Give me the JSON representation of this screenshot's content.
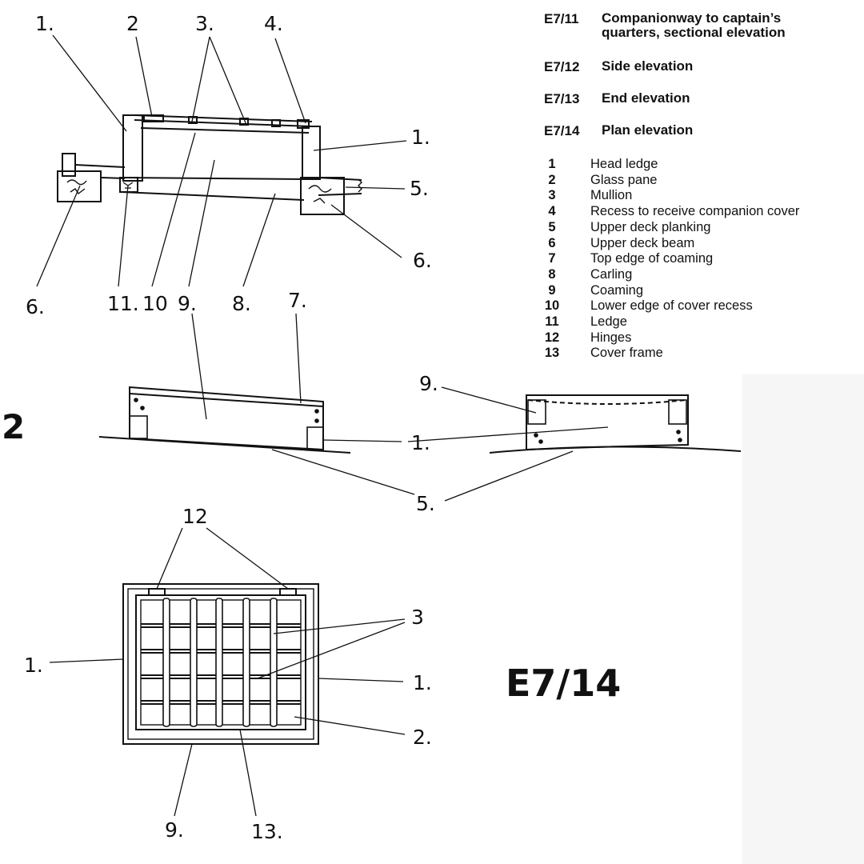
{
  "captions": [
    {
      "code": "E7/11",
      "text": "Companionway to captain’s quarters, sectional elevation"
    },
    {
      "code": "E7/12",
      "text": "Side elevation"
    },
    {
      "code": "E7/13",
      "text": "End elevation"
    },
    {
      "code": "E7/14",
      "text": "Plan elevation"
    }
  ],
  "legend": [
    {
      "num": "1",
      "label": "Head ledge"
    },
    {
      "num": "2",
      "label": "Glass pane"
    },
    {
      "num": "3",
      "label": "Mullion"
    },
    {
      "num": "4",
      "label": "Recess to receive companion cover"
    },
    {
      "num": "5",
      "label": "Upper deck planking"
    },
    {
      "num": "6",
      "label": "Upper deck beam"
    },
    {
      "num": "7",
      "label": "Top edge of coaming"
    },
    {
      "num": "8",
      "label": "Carling"
    },
    {
      "num": "9",
      "label": "Coaming"
    },
    {
      "num": "10",
      "label": "Lower edge of cover recess"
    },
    {
      "num": "11",
      "label": "Ledge"
    },
    {
      "num": "12",
      "label": "Hinges"
    },
    {
      "num": "13",
      "label": "Cover frame"
    }
  ],
  "section_callouts": {
    "top": [
      "1.",
      "2",
      "3.",
      "4."
    ],
    "right": [
      "1.",
      "5.",
      "6."
    ],
    "bottom": [
      "6.",
      "11.",
      "10",
      "9.",
      "8."
    ]
  },
  "elevation_callouts": {
    "top_edge": "7.",
    "coaming_left": "9.",
    "head_ledge": "1.",
    "planking": "5."
  },
  "plan_callouts": {
    "hinges": "12",
    "mullion": "3",
    "head_ledge_left": "1.",
    "head_ledge_right": "1.",
    "glass_pane": "2.",
    "coaming": "9.",
    "cover_frame": "13."
  },
  "figure_numbers": {
    "side_partial": "2",
    "plan": "E7/14"
  }
}
